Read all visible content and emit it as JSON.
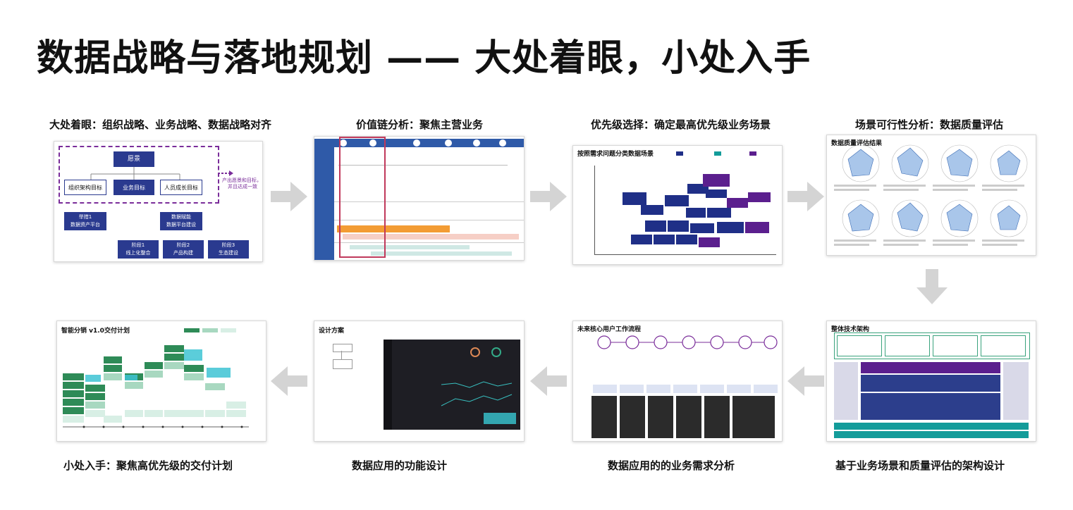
{
  "title": "数据战略与落地规划 —— 大处着眼，小处入手",
  "captions": {
    "p1": "大处着眼：组织战略、业务战略、数据战略对齐",
    "p2": "价值链分析：聚焦主营业务",
    "p3": "优先级选择：确定最高优先级业务场景",
    "p4": "场景可行性分析：数据质量评估",
    "p5": "基于业务场景和质量评估的架构设计",
    "p6": "数据应用的的业务需求分析",
    "p7": "数据应用的功能设计",
    "p8": "小处入手：聚焦高优先级的交付计划"
  },
  "panel1": {
    "vision": "愿景",
    "org_goal": "组织架构目标",
    "biz_goal": "业务目标",
    "talent_goal": "人员成长目标",
    "align_note_1": "产出愿景和目标，",
    "align_note_2": "并且达成一致",
    "stage1_a": "举措1",
    "stage1_b": "数据资产平台",
    "enable_a": "数据赋能",
    "enable_b": "数据平台建设",
    "phase1_a": "阶段1",
    "phase1_b": "线上化整合",
    "phase2_a": "阶段2",
    "phase2_b": "产品构建",
    "phase3_a": "阶段3",
    "phase3_b": "生态建设"
  },
  "panel3": {
    "heading": "按照需求问题分类数据场景"
  },
  "panel4": {
    "heading": "数据质量评估结果"
  },
  "panel5": {
    "heading": "整体技术架构"
  },
  "panel6": {
    "heading": "未来核心用户工作流程"
  },
  "panel7": {
    "heading": "设计方案"
  },
  "panel8": {
    "heading": "智能分销 v1.0交付计划"
  },
  "colors": {
    "navy": "#1f2f87",
    "purple": "#5b1f8e",
    "teal": "#139c9a",
    "green": "#2e8b57",
    "blue_dark": "#2c3e8c",
    "orange": "#f39c34"
  }
}
